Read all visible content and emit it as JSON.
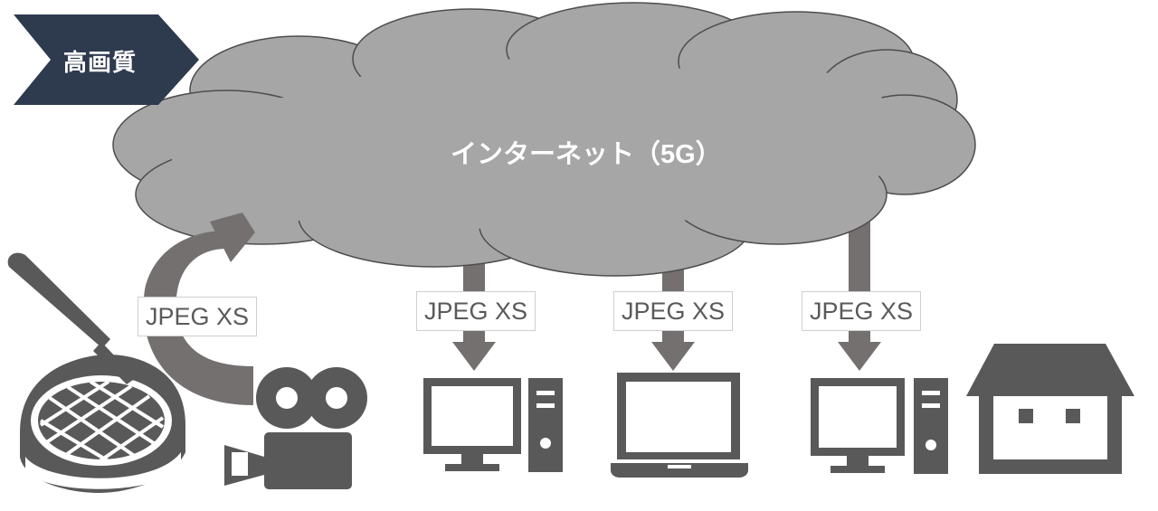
{
  "badge": {
    "label": "高画質"
  },
  "cloud": {
    "label": "インターネット（5G）"
  },
  "links": [
    {
      "label": "JPEG XS"
    },
    {
      "label": "JPEG XS"
    },
    {
      "label": "JPEG XS"
    },
    {
      "label": "JPEG XS"
    }
  ],
  "colors": {
    "cloud_fill": "#a6a6a6",
    "cloud_stroke": "#4d4d4d",
    "icon": "#595959",
    "arrow": "#747070",
    "badge": "#2e3a4e"
  },
  "icons": [
    "baseball-stadium-icon",
    "video-camera-icon",
    "desktop-computer-icon",
    "laptop-icon",
    "desktop-computer-icon",
    "house-icon"
  ]
}
